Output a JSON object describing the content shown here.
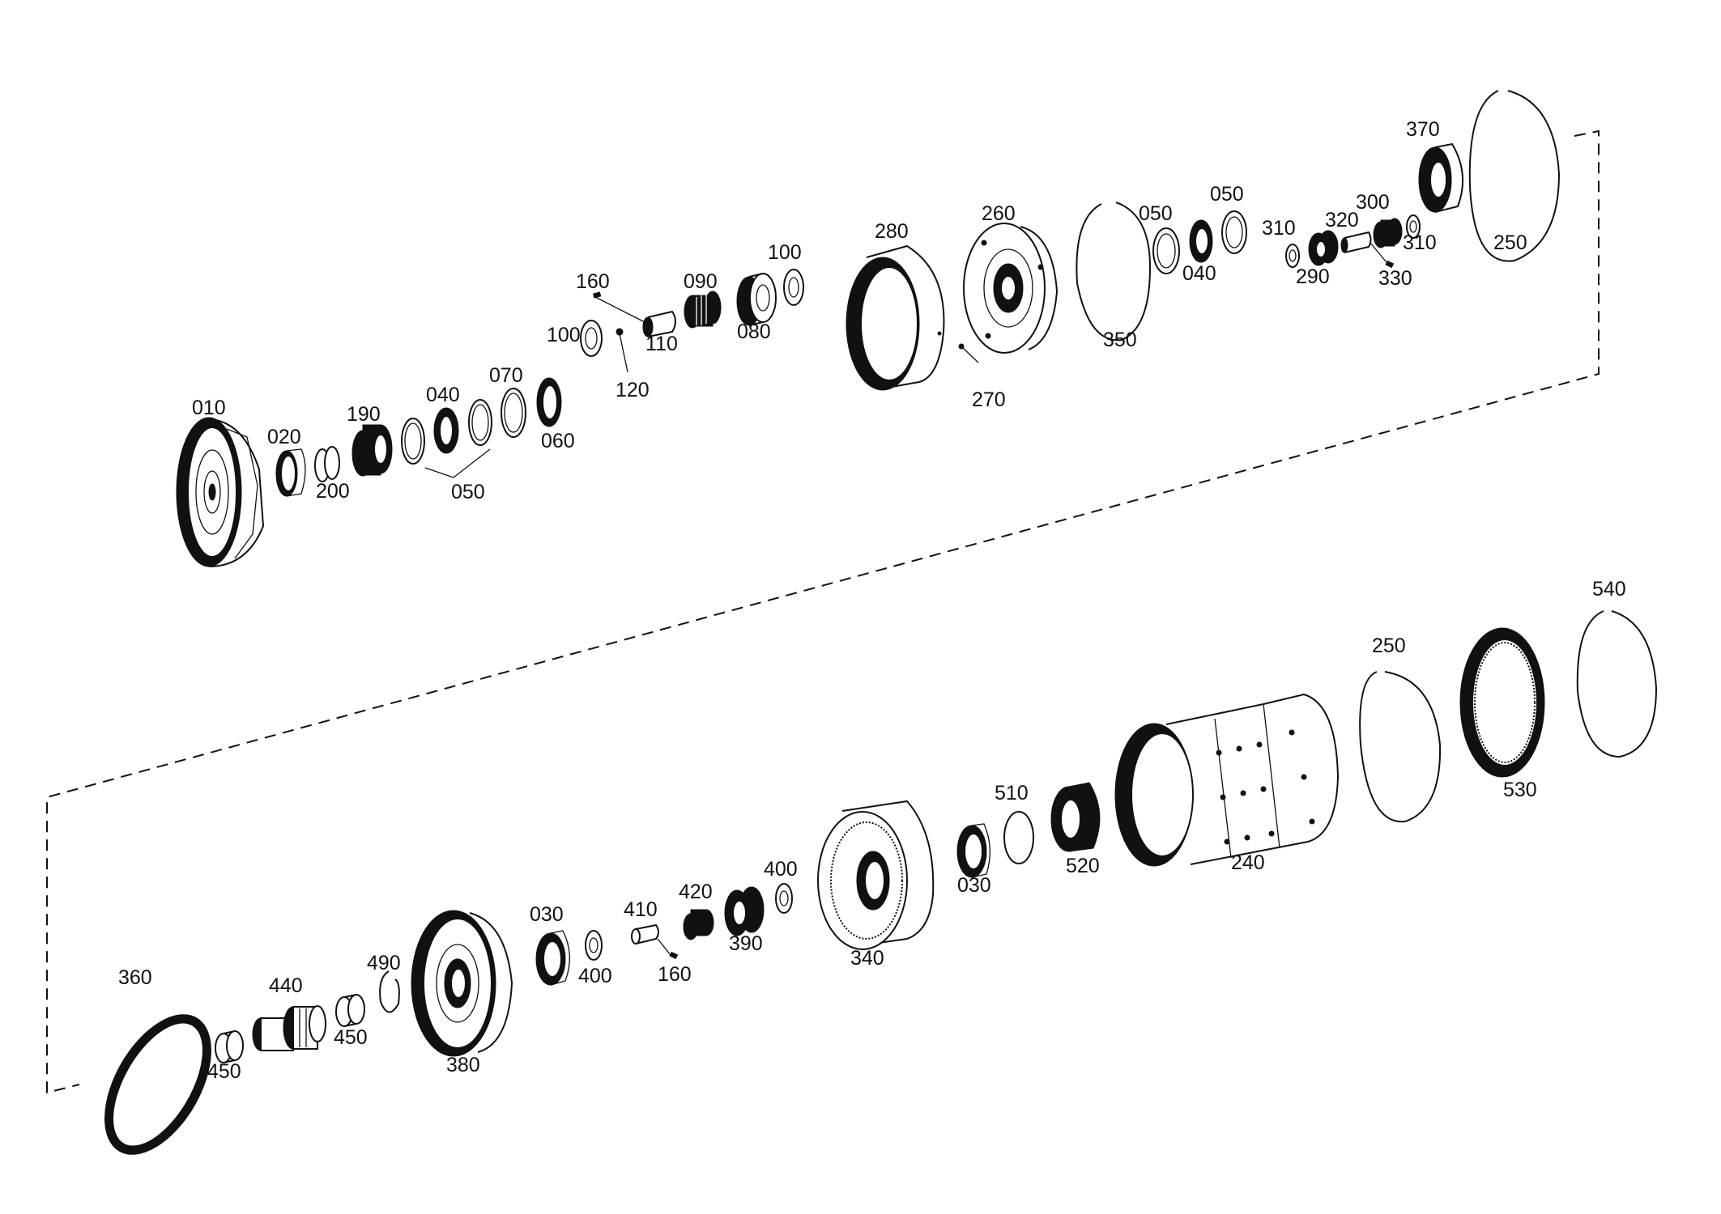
{
  "labels": {
    "010": "010",
    "020": "020",
    "200": "200",
    "190": "190",
    "040a": "040",
    "050a": "050",
    "070": "070",
    "060": "060",
    "100a": "100",
    "160a": "160",
    "120": "120",
    "110": "110",
    "090": "090",
    "080": "080",
    "100b": "100",
    "280": "280",
    "270": "270",
    "260": "260",
    "350": "350",
    "050b": "050",
    "040b": "040",
    "050c": "050",
    "310a": "310",
    "290": "290",
    "320": "320",
    "300": "300",
    "330": "330",
    "310b": "310",
    "370": "370",
    "250a": "250",
    "360": "360",
    "450a": "450",
    "440": "440",
    "450b": "450",
    "490": "490",
    "380": "380",
    "030a": "030",
    "400a": "400",
    "410": "410",
    "160b": "160",
    "420": "420",
    "390": "390",
    "400b": "400",
    "340": "340",
    "030b": "030",
    "510": "510",
    "520": "520",
    "240": "240",
    "250b": "250",
    "530": "530",
    "540": "540"
  },
  "colors": {
    "line": "#111111",
    "background": "#ffffff"
  }
}
